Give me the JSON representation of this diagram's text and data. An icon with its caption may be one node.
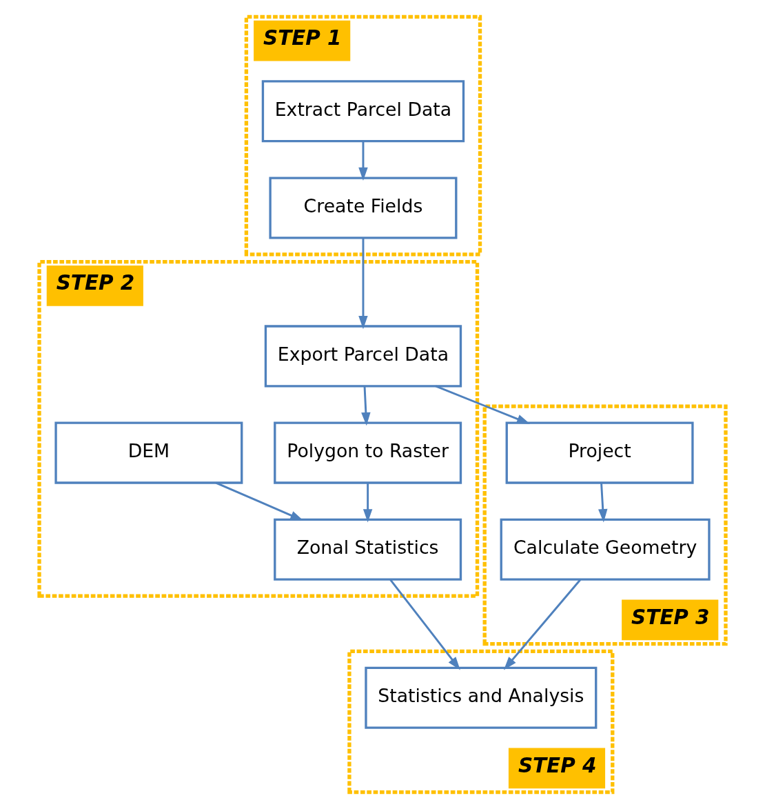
{
  "diagram": {
    "nodes": [
      {
        "text": [
          "STEP 1"
        ]
      },
      {
        "text": [
          "Extract Parcel Data"
        ],
        "in": 0
      },
      {
        "text": [
          "Create Fields"
        ],
        "in": 0
      },
      {
        "text": [
          "STEP 2"
        ]
      },
      {
        "text": [
          "Export Parcel Data"
        ],
        "in": 3
      },
      {
        "text": [
          "Polygon to Raster"
        ],
        "in": 3
      },
      {
        "text": [
          "DEM"
        ],
        "in": 3
      },
      {
        "text": [
          "Zonal Statistics"
        ],
        "in": 3
      },
      {
        "text": [
          "STEP 3"
        ]
      },
      {
        "text": [
          "Project"
        ],
        "in": 8
      },
      {
        "text": [
          "Calculate Geometry"
        ],
        "in": 8
      },
      {
        "text": [
          "STEP 4"
        ]
      },
      {
        "text": [
          "Statistics and Analysis"
        ],
        "in": 11
      }
    ],
    "edges": [
      {
        "from": 1,
        "to": 2,
        "arrow": "to"
      },
      {
        "from": 2,
        "to": 4,
        "arrow": "to"
      },
      {
        "from": 4,
        "to": 9,
        "arrow": "to"
      },
      {
        "from": 4,
        "to": 5,
        "arrow": "to"
      },
      {
        "from": 5,
        "to": 7,
        "arrow": "to"
      },
      {
        "from": 6,
        "to": 7,
        "arrow": "to"
      },
      {
        "from": 9,
        "to": 10,
        "arrow": "to"
      },
      {
        "from": 7,
        "to": 12,
        "arrow": "to"
      },
      {
        "from": 10,
        "to": 12,
        "arrow": "to"
      }
    ]
  }
}
